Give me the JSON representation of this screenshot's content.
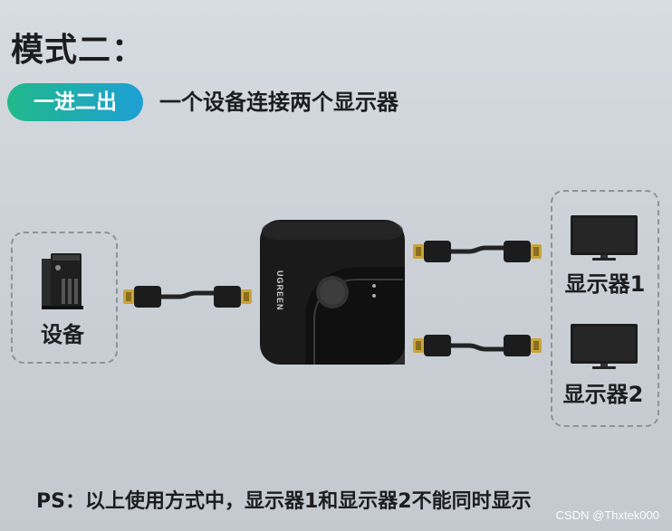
{
  "heading": "模式二：",
  "mode_badge": "一进二出",
  "mode_description": "一个设备连接两个显示器",
  "device": {
    "label": "设备",
    "icon": "pc-tower-icon"
  },
  "switch": {
    "brand": "UGREEN",
    "icon": "hdmi-switch-icon"
  },
  "displays": [
    {
      "label": "显示器1",
      "icon": "monitor-icon"
    },
    {
      "label": "显示器2",
      "icon": "monitor-icon"
    }
  ],
  "note": "PS：以上使用方式中，显示器1和显示器2不能同时显示",
  "credit": "CSDN @Thxtek000",
  "colors": {
    "badge_start": "#21b98a",
    "badge_end": "#1e9fd6",
    "switch_body": "#1a1a1a",
    "connector_gold": "#c9a43a"
  }
}
